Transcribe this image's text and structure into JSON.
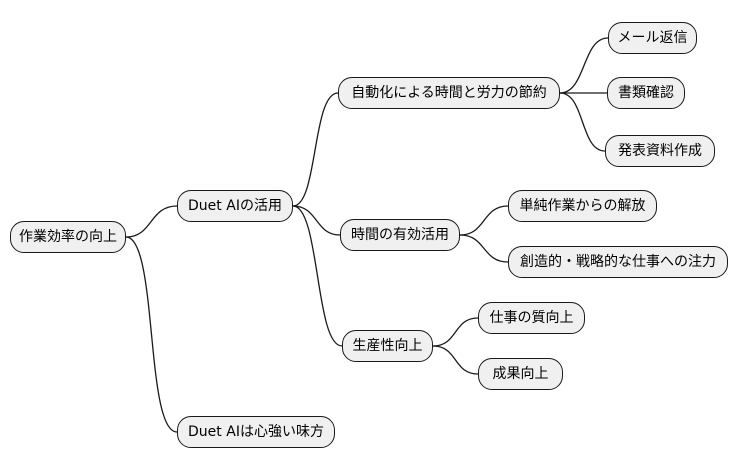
{
  "colors": {
    "canvas_background": "#ffffff",
    "node_fill": "#f0f0f0",
    "node_border": "#1a1a1a",
    "connector_stroke": "#1a1a1a",
    "text": "#000000"
  },
  "mindmap": {
    "root": {
      "label": "作業効率の向上",
      "children": [
        {
          "label": "Duet AIの活用",
          "children": [
            {
              "label": "自動化による時間と労力の節約",
              "children": [
                {
                  "label": "メール返信"
                },
                {
                  "label": "書類確認"
                },
                {
                  "label": "発表資料作成"
                }
              ]
            },
            {
              "label": "時間の有効活用",
              "children": [
                {
                  "label": "単純作業からの解放"
                },
                {
                  "label": "創造的・戦略的な仕事への注力"
                }
              ]
            },
            {
              "label": "生産性向上",
              "children": [
                {
                  "label": "仕事の質向上"
                },
                {
                  "label": "成果向上"
                }
              ]
            }
          ]
        },
        {
          "label": "Duet AIは心強い味方"
        }
      ]
    }
  }
}
